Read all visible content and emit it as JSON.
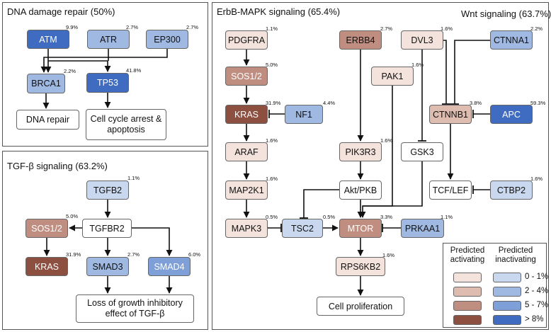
{
  "panels": {
    "dna": {
      "title": "DNA damage repair (50%)"
    },
    "tgf": {
      "title": "TGF-β signaling (63.2%)"
    },
    "erbb": {
      "title": "ErbB-MAPK signaling (65.4%)"
    },
    "wnt": {
      "title": "Wnt signaling (63.7%)"
    }
  },
  "colors": {
    "act1": "#f3e3dc",
    "act2": "#dfbcb0",
    "act3": "#c08e80",
    "act4": "#8d4f40",
    "inact1": "#c9d8ef",
    "inact2": "#9fb9e2",
    "inact3": "#7e9fd7",
    "inact4": "#3f6cc0",
    "neutral": "#ffffff"
  },
  "nodes": {
    "atm": {
      "label": "ATM",
      "pct": "9.9%"
    },
    "atr": {
      "label": "ATR",
      "pct": "2.7%"
    },
    "ep300": {
      "label": "EP300",
      "pct": "2.7%"
    },
    "brca1": {
      "label": "BRCA1",
      "pct": "2.2%"
    },
    "tp53": {
      "label": "TP53",
      "pct": "41.8%"
    },
    "dnarepair": {
      "label": "DNA repair"
    },
    "cellcycle": {
      "label": "Cell cycle arrest & apoptosis"
    },
    "tgfb2": {
      "label": "TGFB2",
      "pct": "1.1%"
    },
    "sos12_t": {
      "label": "SOS1/2",
      "pct": "5.0%"
    },
    "tgfbr2": {
      "label": "TGFBR2"
    },
    "kras_t": {
      "label": "KRAS",
      "pct": "31.9%"
    },
    "smad3": {
      "label": "SMAD3",
      "pct": "2.7%"
    },
    "smad4": {
      "label": "SMAD4",
      "pct": "6.0%"
    },
    "loss": {
      "label": "Loss of growth inhibitory effect of TGF-β"
    },
    "pdgfra": {
      "label": "PDGFRA",
      "pct": "1.1%"
    },
    "sos12_e": {
      "label": "SOS1/2",
      "pct": "5.0%"
    },
    "kras_e": {
      "label": "KRAS",
      "pct": "31.9%"
    },
    "nf1": {
      "label": "NF1",
      "pct": "4.4%"
    },
    "araf": {
      "label": "ARAF",
      "pct": "1.6%"
    },
    "map2k1": {
      "label": "MAP2K1",
      "pct": "1.6%"
    },
    "mapk3": {
      "label": "MAPK3",
      "pct": "0.5%"
    },
    "tsc2": {
      "label": "TSC2",
      "pct": "0.5%"
    },
    "erbb4": {
      "label": "ERBB4",
      "pct": "2.7%"
    },
    "pak1": {
      "label": "PAK1",
      "pct": "1.6%"
    },
    "pik3r3": {
      "label": "PIK3R3",
      "pct": "1.6%"
    },
    "aktpkb": {
      "label": "Akt/PKB"
    },
    "mtor": {
      "label": "MTOR",
      "pct": "3.3%"
    },
    "prkaa1": {
      "label": "PRKAA1",
      "pct": "1.1%"
    },
    "rps6kb2": {
      "label": "RPS6KB2",
      "pct": "1.6%"
    },
    "cellprolif": {
      "label": "Cell proliferation"
    },
    "dvl3": {
      "label": "DVL3",
      "pct": "1.6%"
    },
    "ctnna1": {
      "label": "CTNNA1",
      "pct": "2.2%"
    },
    "ctnnb1": {
      "label": "CTNNB1",
      "pct": "3.8%"
    },
    "apc": {
      "label": "APC",
      "pct": "59.3%"
    },
    "gsk3": {
      "label": "GSK3"
    },
    "tcflef": {
      "label": "TCF/LEF"
    },
    "ctbp2": {
      "label": "CTBP2",
      "pct": "1.6%"
    }
  },
  "legend": {
    "activating": "Predicted activating",
    "inactivating": "Predicted inactivating",
    "ranges": [
      "0 - 1%",
      "2 - 4%",
      "5 - 7%",
      "> 8%"
    ]
  }
}
